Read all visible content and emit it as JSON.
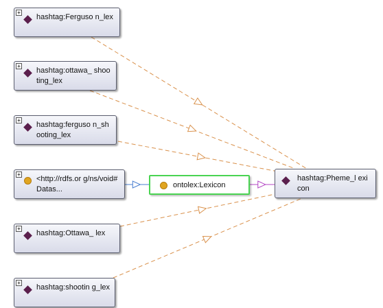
{
  "nodes": {
    "ferguson_lex": {
      "label": "hashtag:Ferguso n_lex",
      "icon": "individual-diamond-icon",
      "expander": "+"
    },
    "ottawa_shooting_lex": {
      "label": "hashtag:ottawa_ shooting_lex",
      "icon": "individual-diamond-icon",
      "expander": "+"
    },
    "ferguson_shooting_lex": {
      "label": "hashtag:ferguso n_shooting_lex",
      "icon": "individual-diamond-icon",
      "expander": "+"
    },
    "void_dataset": {
      "label": "<http://rdfs.or g/ns/void#Datas...",
      "icon": "class-circle-icon",
      "expander": "+"
    },
    "ottawa_lex": {
      "label": "hashtag:Ottawa_ lex",
      "icon": "individual-diamond-icon",
      "expander": "+"
    },
    "shooting_lex": {
      "label": "hashtag:shootin g_lex",
      "icon": "individual-diamond-icon",
      "expander": "+"
    },
    "lexicon": {
      "label": "ontolex:Lexicon",
      "icon": "class-circle-icon"
    },
    "pheme_lexicon": {
      "label": "hashtag:Pheme_l exicon",
      "icon": "individual-diamond-icon"
    }
  },
  "colors": {
    "instance_edge": "#d9904a",
    "subclass_edge": "#4a7fd0",
    "type_edge": "#b344c4",
    "selected_border": "#49d451",
    "individual_icon": "#5b1f4d",
    "class_icon": "#e0a521"
  }
}
